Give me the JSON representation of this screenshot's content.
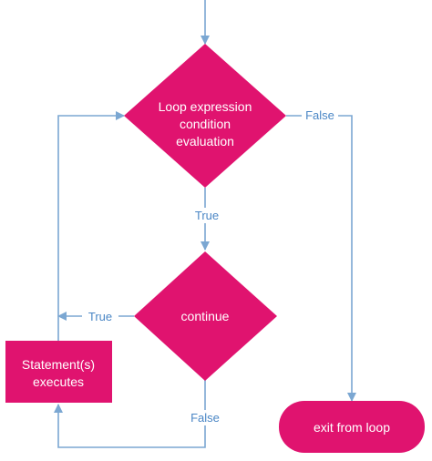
{
  "diagram": {
    "type": "flowchart",
    "colors": {
      "node_fill": "#e0136f",
      "node_text": "#ffffff",
      "edge_line": "#7ba7d2",
      "edge_label": "#4a86c5"
    },
    "nodes": {
      "loop_condition": {
        "shape": "diamond",
        "lines": [
          "Loop expression",
          "condition",
          "evaluation"
        ]
      },
      "continue_check": {
        "shape": "diamond",
        "lines": [
          "continue"
        ]
      },
      "statements": {
        "shape": "rectangle",
        "lines": [
          "Statement(s)",
          "executes"
        ]
      },
      "exit": {
        "shape": "rounded-rectangle",
        "lines": [
          "exit from loop"
        ]
      }
    },
    "edges": [
      {
        "from": "entry",
        "to": "loop_condition",
        "label": ""
      },
      {
        "from": "loop_condition",
        "to": "exit",
        "label": "False"
      },
      {
        "from": "loop_condition",
        "to": "continue_check",
        "label": "True"
      },
      {
        "from": "continue_check",
        "to": "loop_condition",
        "label": "True"
      },
      {
        "from": "continue_check",
        "to": "statements",
        "label": "False"
      },
      {
        "from": "statements",
        "to": "loop_condition",
        "label": ""
      }
    ]
  }
}
